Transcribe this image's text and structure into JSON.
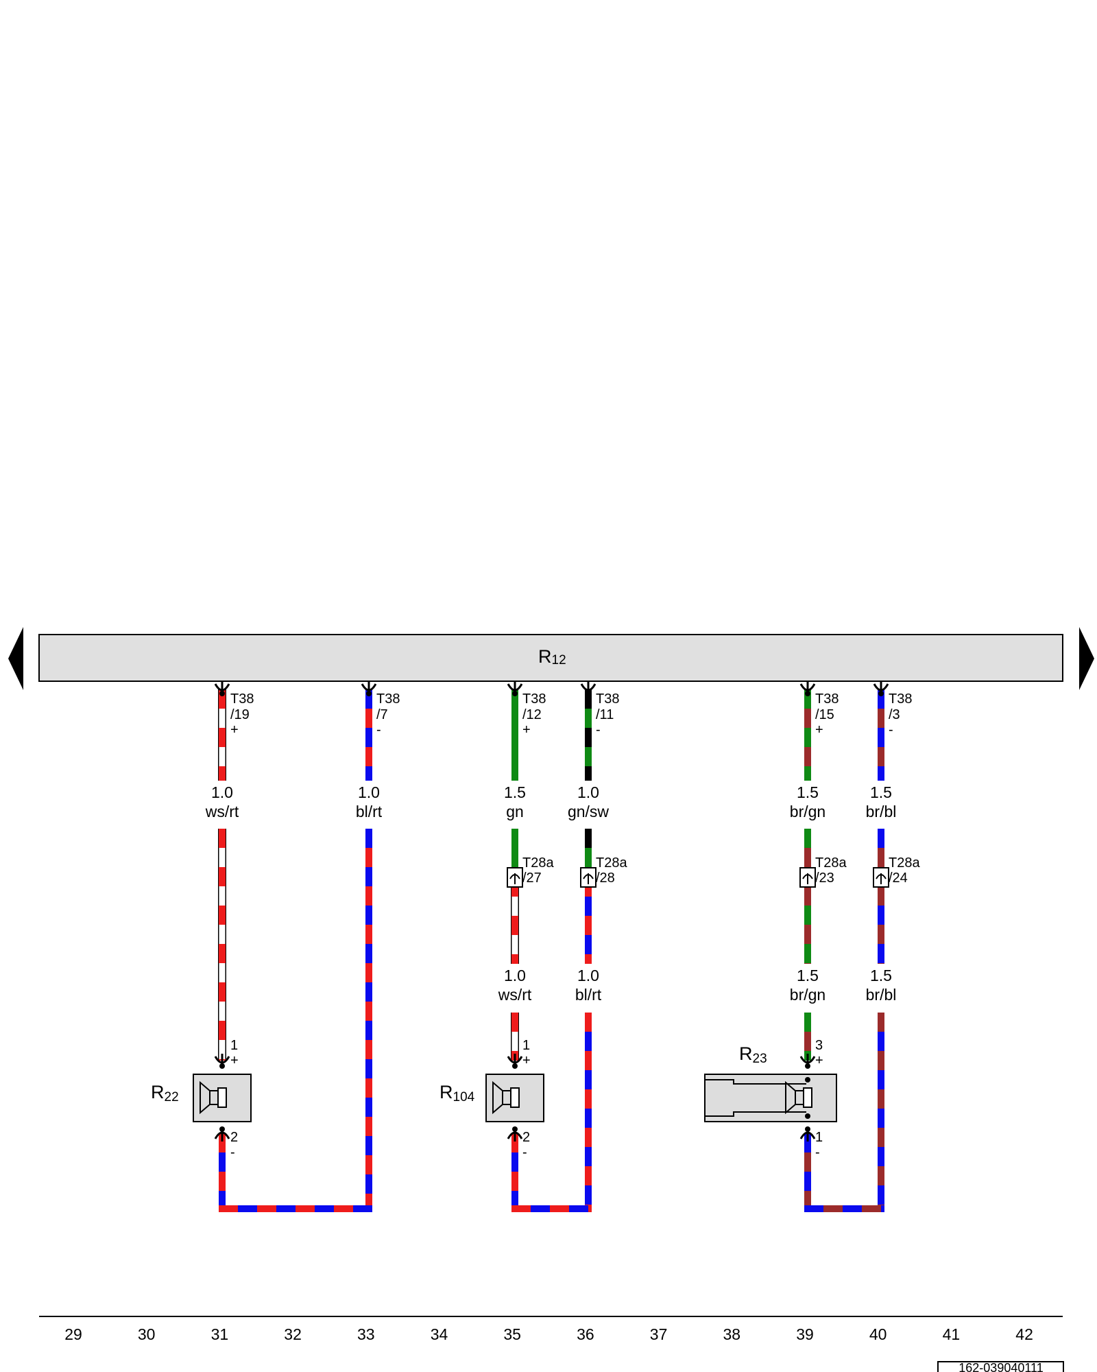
{
  "component_bar": {
    "label_main": "R",
    "label_sub": "12"
  },
  "columns": [
    "29",
    "30",
    "31",
    "32",
    "33",
    "34",
    "35",
    "36",
    "37",
    "38",
    "39",
    "40",
    "41",
    "42"
  ],
  "reference_number": "162-039040111",
  "colors": {
    "ws": "#ffffff",
    "rt": "#ee1c1c",
    "bl": "#0a0aee",
    "gn": "#0f8a14",
    "sw": "#000000",
    "br": "#9b2b2b",
    "bar_fill": "#e0e0e0",
    "comp_fill": "#dddddd"
  },
  "top_connectors": [
    {
      "id": "t38-19",
      "name": "T38",
      "pin": "/19",
      "sign": "+"
    },
    {
      "id": "t38-7",
      "name": "T38",
      "pin": "/7",
      "sign": "-"
    },
    {
      "id": "t38-12",
      "name": "T38",
      "pin": "/12",
      "sign": "+"
    },
    {
      "id": "t38-11",
      "name": "T38",
      "pin": "/11",
      "sign": "-"
    },
    {
      "id": "t38-15",
      "name": "T38",
      "pin": "/15",
      "sign": "+"
    },
    {
      "id": "t38-3",
      "name": "T38",
      "pin": "/3",
      "sign": "-"
    }
  ],
  "upper_wires": [
    {
      "size": "1.0",
      "color": "ws/rt"
    },
    {
      "size": "1.0",
      "color": "bl/rt"
    },
    {
      "size": "1.5",
      "color": "gn"
    },
    {
      "size": "1.0",
      "color": "gn/sw"
    },
    {
      "size": "1.5",
      "color": "br/gn"
    },
    {
      "size": "1.5",
      "color": "br/bl"
    }
  ],
  "middle_connectors": [
    {
      "id": "t28a-27",
      "name": "T28a",
      "pin": "/27"
    },
    {
      "id": "t28a-28",
      "name": "T28a",
      "pin": "/28"
    },
    {
      "id": "t28a-23",
      "name": "T28a",
      "pin": "/23"
    },
    {
      "id": "t28a-24",
      "name": "T28a",
      "pin": "/24"
    }
  ],
  "lower_wires": [
    {
      "size": "1.0",
      "color": "ws/rt"
    },
    {
      "size": "1.0",
      "color": "bl/rt"
    },
    {
      "size": "1.5",
      "color": "br/gn"
    },
    {
      "size": "1.5",
      "color": "br/bl"
    }
  ],
  "speakers": [
    {
      "id": "r22",
      "label_main": "R",
      "label_sub": "22",
      "pin_top": "1",
      "sign_top": "+",
      "pin_bottom": "2",
      "sign_bottom": "-"
    },
    {
      "id": "r104",
      "label_main": "R",
      "label_sub": "104",
      "pin_top": "1",
      "sign_top": "+",
      "pin_bottom": "2",
      "sign_bottom": "-"
    },
    {
      "id": "r23",
      "label_main": "R",
      "label_sub": "23",
      "pin_top": "3",
      "sign_top": "+",
      "pin_bottom": "1",
      "sign_bottom": "-"
    }
  ]
}
